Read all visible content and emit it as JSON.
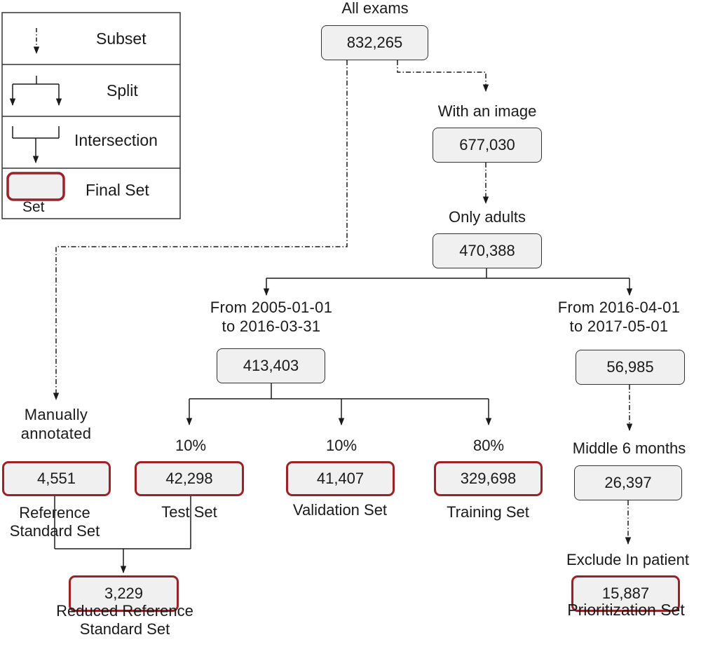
{
  "legend": {
    "subset": "Subset",
    "split": "Split",
    "intersection": "Intersection",
    "final": "Final Set",
    "final_sub": "Set"
  },
  "nodes": {
    "all_exams": {
      "label": "All exams",
      "value": "832,265"
    },
    "with_image": {
      "label": "With an image",
      "value": "677,030"
    },
    "only_adults": {
      "label": "Only adults",
      "value": "470,388"
    },
    "period_a": {
      "label_l1": "From 2005-01-01",
      "label_l2": "to 2016-03-31",
      "value": "413,403"
    },
    "period_b": {
      "label_l1": "From 2016-04-01",
      "label_l2": "to 2017-05-01",
      "value": "56,985"
    },
    "manual": {
      "label_l1": "Manually",
      "label_l2": "annotated",
      "value": "4,551",
      "name_l1": "Reference",
      "name_l2": "Standard Set"
    },
    "test": {
      "pct": "10%",
      "value": "42,298",
      "name": "Test Set"
    },
    "validation": {
      "pct": "10%",
      "value": "41,407",
      "name": "Validation Set"
    },
    "training": {
      "pct": "80%",
      "value": "329,698",
      "name": "Training Set"
    },
    "middle": {
      "label": "Middle 6 months",
      "value": "26,397"
    },
    "exclude": {
      "label": "Exclude In patient",
      "value": "15,887",
      "name": "Prioritization Set"
    },
    "reduced": {
      "value": "3,229",
      "name_l1": "Reduced Reference",
      "name_l2": "Standard Set"
    }
  }
}
